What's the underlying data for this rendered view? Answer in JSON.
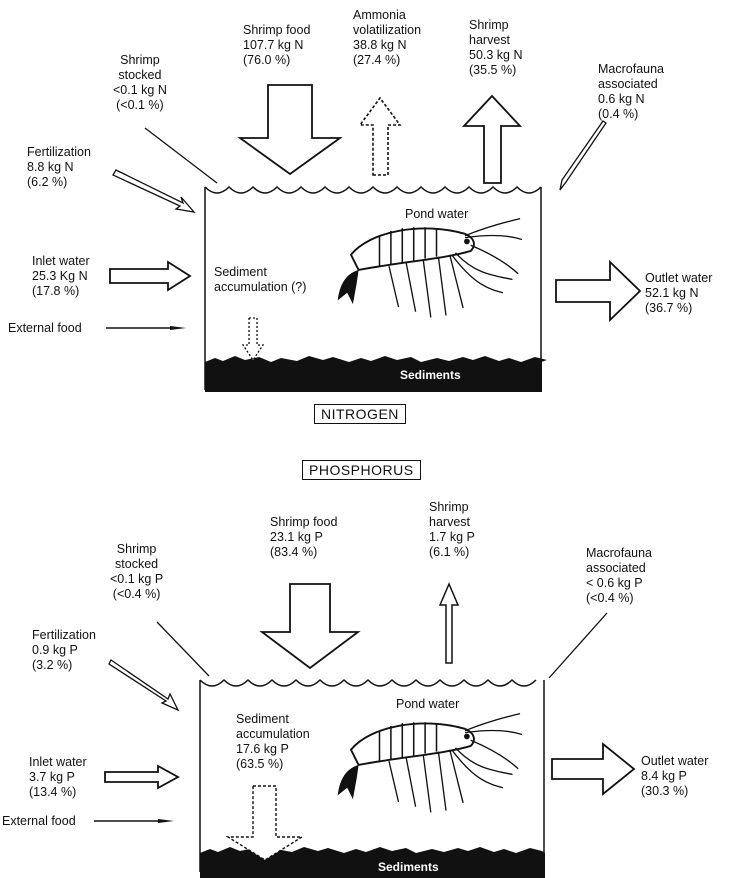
{
  "nitrogen": {
    "section_label": "NITROGEN",
    "shrimp_food": [
      "Shrimp food",
      "107.7 kg N",
      "(76.0 %)"
    ],
    "ammonia": [
      "Ammonia",
      "volatilization",
      "38.8 kg N",
      "(27.4 %)"
    ],
    "harvest": [
      "Shrimp",
      "harvest",
      "50.3 kg N",
      "(35.5 %)"
    ],
    "stocked": [
      "Shrimp",
      "stocked",
      "<0.1 kg N",
      "(<0.1 %)"
    ],
    "macrofauna": [
      "Macrofauna",
      "associated",
      "0.6 kg N",
      "(0.4 %)"
    ],
    "fertilization": [
      "Fertilization",
      "8.8 kg N",
      "(6.2 %)"
    ],
    "inlet": [
      "Inlet water",
      "25.3 Kg N",
      "(17.8 %)"
    ],
    "outlet": [
      "Outlet water",
      "52.1 kg N",
      "(36.7 %)"
    ],
    "sediment_acc": [
      "Sediment",
      "accumulation (?)"
    ],
    "external_food": "External food",
    "pond_water": "Pond water",
    "sediments": "Sediments"
  },
  "phosphorus": {
    "section_label": "PHOSPHORUS",
    "shrimp_food": [
      "Shrimp food",
      "23.1 kg P",
      "(83.4 %)"
    ],
    "harvest": [
      "Shrimp",
      "harvest",
      "1.7 kg P",
      "(6.1 %)"
    ],
    "stocked": [
      "Shrimp",
      "stocked",
      "<0.1 kg P",
      "(<0.4 %)"
    ],
    "macrofauna": [
      "Macrofauna",
      "associated",
      "< 0.6 kg P",
      "(<0.4 %)"
    ],
    "fertilization": [
      "Fertilization",
      "0.9 kg P",
      "(3.2 %)"
    ],
    "inlet": [
      "Inlet water",
      "3.7 kg P",
      "(13.4 %)"
    ],
    "outlet": [
      "Outlet water",
      "8.4 kg P",
      "(30.3 %)"
    ],
    "sediment_acc": [
      "Sediment",
      "accumulation",
      "17.6 kg P",
      "(63.5 %)"
    ],
    "external_food": "External food",
    "pond_water": "Pond water",
    "sediments": "Sediments"
  }
}
